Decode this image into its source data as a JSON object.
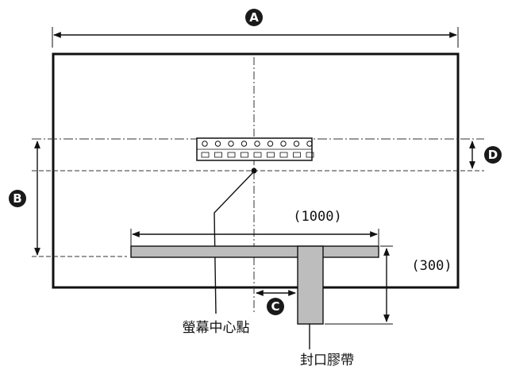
{
  "labels": {
    "a": "A",
    "b": "B",
    "c": "C",
    "d": "D",
    "width_mm": "(1000)",
    "height_mm": "(300)",
    "screen_center": "螢幕中心點",
    "sealing_tape": "封口膠帶"
  },
  "colors": {
    "line": "#111111",
    "badge": "#1a1a1a",
    "tape_fill": "#bdbdbd",
    "guide": "#333333"
  },
  "icons": {
    "screw_hole": "circle-hole-icon"
  }
}
